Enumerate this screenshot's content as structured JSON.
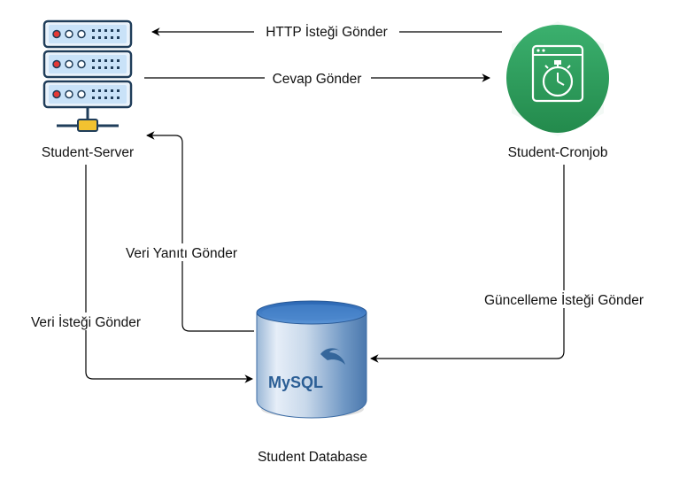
{
  "nodes": {
    "server": {
      "label": "Student-Server",
      "icon": "server-rack-icon"
    },
    "cronjob": {
      "label": "Student-Cronjob",
      "icon": "stopwatch-badge-icon"
    },
    "database": {
      "label": "Student Database",
      "icon": "mysql-database-icon",
      "logo_text": "MySQL"
    }
  },
  "edges": {
    "http_request": {
      "label": "HTTP İsteği Gönder"
    },
    "response": {
      "label": "Cevap Gönder"
    },
    "data_response": {
      "label": "Veri Yanıtı Gönder"
    },
    "data_request": {
      "label": "Veri İsteği Gönder"
    },
    "update_request": {
      "label": "Güncelleme İsteği Gönder"
    }
  },
  "colors": {
    "server_blue": "#1e88e5",
    "server_dark": "#1f3d5a",
    "server_accent": "#e53935",
    "server_yellow": "#f2c230",
    "cron_green": "#2e9a5a",
    "db_blue": "#3d7fc9",
    "mysql_orange": "#e48e00"
  }
}
